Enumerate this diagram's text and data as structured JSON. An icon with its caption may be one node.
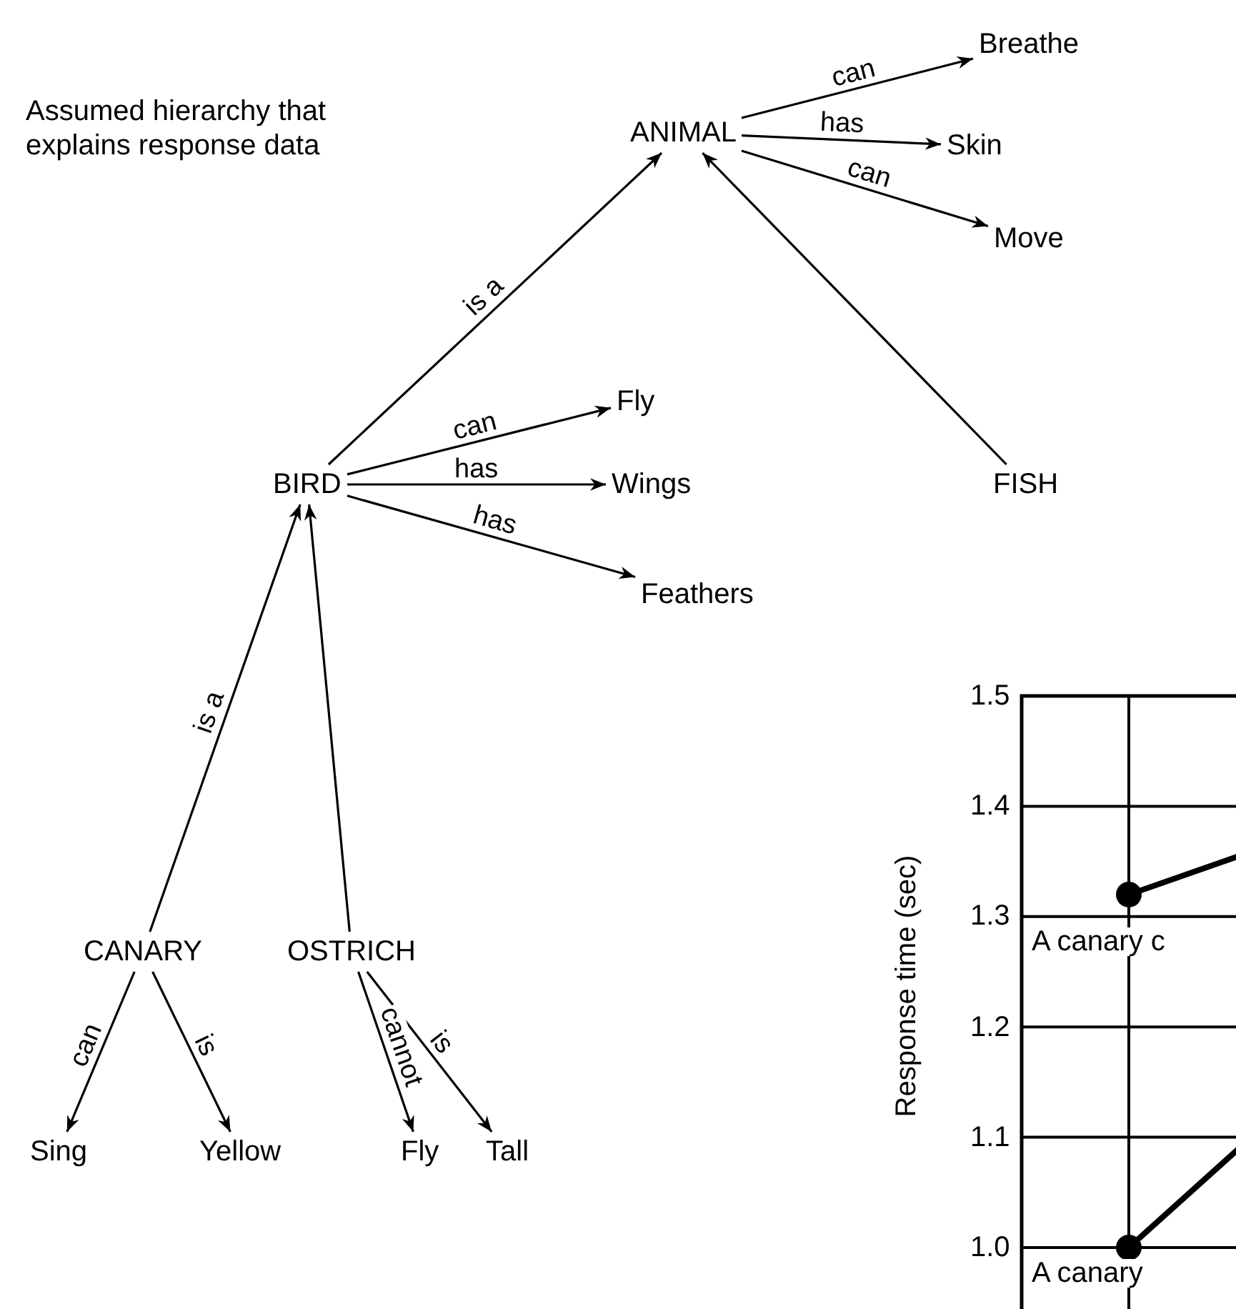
{
  "diagram": {
    "title": "Assumed hierarchy that explains response data",
    "nodes": [
      {
        "text": [
          "ANIMAL"
        ]
      },
      {
        "text": [
          "Breathe"
        ]
      },
      {
        "text": [
          "Skin"
        ]
      },
      {
        "text": [
          "Move"
        ]
      },
      {
        "text": [
          "BIRD"
        ]
      },
      {
        "text": [
          "Fly"
        ]
      },
      {
        "text": [
          "Wings"
        ]
      },
      {
        "text": [
          "Feathers"
        ]
      },
      {
        "text": [
          "FISH"
        ]
      },
      {
        "text": [
          "CANARY"
        ]
      },
      {
        "text": [
          "OSTRICH"
        ]
      },
      {
        "text": [
          "Sing"
        ]
      },
      {
        "text": [
          "Yellow"
        ]
      },
      {
        "text": [
          "Fly"
        ]
      },
      {
        "text": [
          "Tall"
        ]
      }
    ],
    "edges": [
      {
        "from": 0,
        "to": 1,
        "arrow": "to",
        "label": "can"
      },
      {
        "from": 0,
        "to": 2,
        "arrow": "to",
        "label": "has"
      },
      {
        "from": 0,
        "to": 3,
        "arrow": "to",
        "label": "can"
      },
      {
        "from": 4,
        "to": 0,
        "arrow": "to",
        "label": "is a"
      },
      {
        "from": 4,
        "to": 5,
        "arrow": "to",
        "label": "can"
      },
      {
        "from": 4,
        "to": 6,
        "arrow": "to",
        "label": "has"
      },
      {
        "from": 4,
        "to": 7,
        "arrow": "to",
        "label": "has"
      },
      {
        "from": 8,
        "to": 0,
        "arrow": "to"
      },
      {
        "from": 9,
        "to": 4,
        "arrow": "to",
        "label": "is a"
      },
      {
        "from": 10,
        "to": 4,
        "arrow": "to"
      },
      {
        "from": 9,
        "to": 11,
        "arrow": "to",
        "label": "can"
      },
      {
        "from": 9,
        "to": 12,
        "arrow": "to",
        "label": "is"
      },
      {
        "from": 10,
        "to": 13,
        "arrow": "to",
        "label": "cannot"
      },
      {
        "from": 10,
        "to": 14,
        "arrow": "to",
        "label": "is"
      }
    ],
    "chart_data": {
      "type": "line",
      "ylabel": "Response time (sec)",
      "ylim": [
        0.9,
        1.5
      ],
      "grid": true,
      "yticks": [
        {
          "value": 1.0,
          "label": "1.0"
        },
        {
          "value": 1.1,
          "label": "1.1"
        },
        {
          "value": 1.2,
          "label": "1.2"
        },
        {
          "value": 1.3,
          "label": "1.3"
        },
        {
          "value": 1.4,
          "label": "1.4"
        },
        {
          "value": 1.5,
          "label": "1.5"
        }
      ],
      "series": [
        {
          "values": [
            1.32
          ],
          "marker": "circle"
        },
        {
          "values": [
            1.0
          ],
          "marker": "circle"
        }
      ],
      "annotations": [
        "A canary c",
        "A canary"
      ]
    }
  }
}
